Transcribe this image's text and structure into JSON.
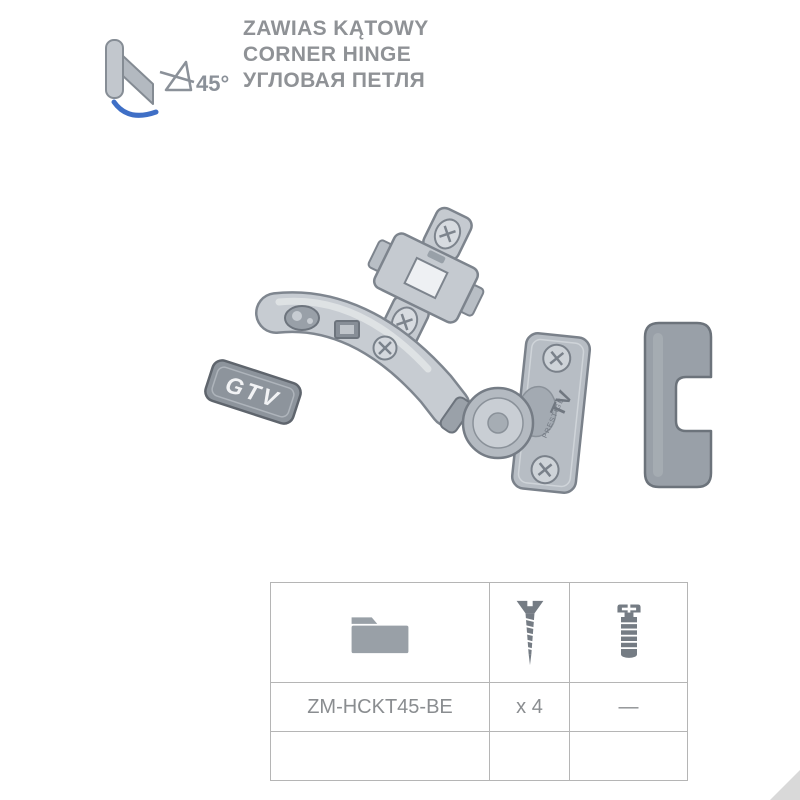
{
  "header": {
    "angle_label": "45°",
    "titles": {
      "pl": "ZAWIAS KĄTOWY",
      "en": "CORNER HINGE",
      "ru": "УГЛОВАЯ ПЕТЛЯ"
    }
  },
  "product": {
    "brand_cap_label": "GTV",
    "cup_plate_label": "TV",
    "cup_plate_sublabel": "PRESTIGE"
  },
  "table": {
    "header_icons": [
      "folder-icon",
      "wood-screw-icon",
      "euro-screw-icon"
    ],
    "rows": [
      {
        "code": "ZM-HCKT45-BE",
        "wood_screws": "x 4",
        "euro_screws": "—"
      },
      {
        "code": "",
        "wood_screws": "",
        "euro_screws": ""
      }
    ]
  },
  "colors": {
    "accent_blue": "#3f6fc6",
    "title_text": "#8f9296",
    "table_border": "#b5b5b5",
    "table_text": "#8a8d90",
    "metal_light": "#c7ccd2",
    "metal_mid": "#aab0b7",
    "metal_dark": "#7d848d"
  }
}
